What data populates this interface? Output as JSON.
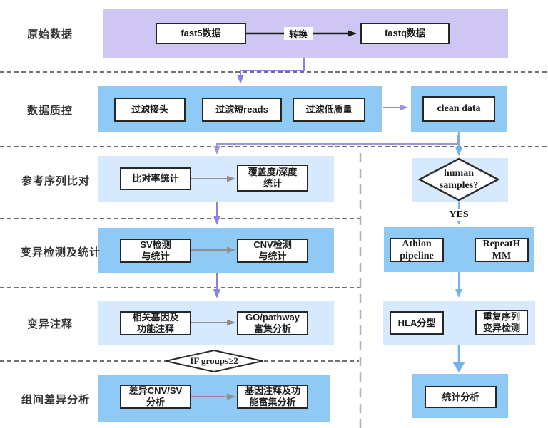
{
  "diagram": {
    "rows": {
      "raw": {
        "label": "原始数据",
        "source_box": "fast5数据",
        "convert_label": "转换",
        "target_box": "fastq数据"
      },
      "qc": {
        "label": "数据质控",
        "steps": [
          "过滤接头",
          "过滤短reads",
          "过滤低质量"
        ],
        "output_box": "clean data"
      },
      "align": {
        "label": "参考序列比对",
        "rate_box": "比对率统计",
        "coverage_box": "覆盖度/深度\n统计"
      },
      "variant": {
        "label": "变异检测及统计",
        "sv_box": "SV检测\n与统计",
        "cnv_box": "CNV检测\n与统计"
      },
      "annotation": {
        "label": "变异注释",
        "gene_box": "相关基因及\n功能注释",
        "go_box": "GO/pathway\n富集分析"
      },
      "group_diff": {
        "label": "组间差异分析",
        "diff_box": "差异CNV/SV\n分析",
        "enrich_box": "基因注释及功\n能富集分析"
      }
    },
    "decisions": {
      "human_samples": "human\nsamples?",
      "yes_label": "YES",
      "if_groups": "IF groups≥2"
    },
    "right_branch": {
      "athlon_box": "Athlon\npipeline",
      "repeathmm_box": "RepeatH\nMM",
      "hla_box": "HLA分型",
      "repeat_variant_box": "重复序列\n变异检测",
      "stats_box": "统计分析"
    },
    "colors": {
      "raw_band": "#cfc6f3",
      "blue_band": "#8ecaf3",
      "light_band": "#d7e9fc",
      "purple_arrow": "#8a82e0",
      "violet_line": "#9b96d5",
      "blue_arrow": "#74b2ef",
      "gray_arrow": "#8f8f8f",
      "black_line": "#1c1c1c"
    }
  }
}
